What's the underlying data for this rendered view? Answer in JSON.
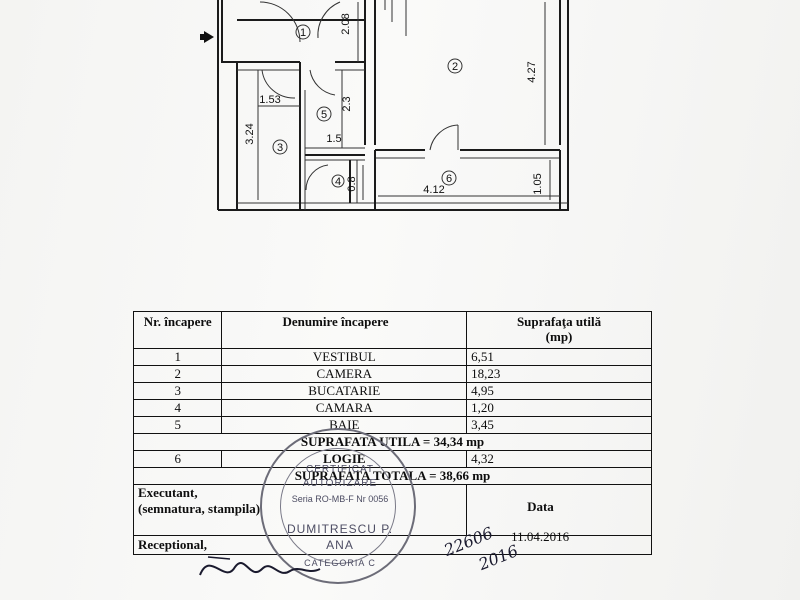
{
  "plan": {
    "rooms": [
      {
        "num": "1"
      },
      {
        "num": "2"
      },
      {
        "num": "3"
      },
      {
        "num": "4"
      },
      {
        "num": "5"
      },
      {
        "num": "6"
      }
    ],
    "dimensions": [
      "2.08",
      "4.27",
      "1.53",
      "3.24",
      "2.3",
      "1.5",
      "0.8",
      "4.12",
      "1.05"
    ]
  },
  "table": {
    "headers": {
      "nr": "Nr. încapere",
      "name": "Denumire încapere",
      "area": "Suprafaţa utilă",
      "unit": "(mp)"
    },
    "rows": [
      {
        "nr": "1",
        "name": "VESTIBUL",
        "area": "6,51"
      },
      {
        "nr": "2",
        "name": "CAMERA",
        "area": "18,23"
      },
      {
        "nr": "3",
        "name": "BUCATARIE",
        "area": "4,95"
      },
      {
        "nr": "4",
        "name": "CAMARA",
        "area": "1,20"
      },
      {
        "nr": "5",
        "name": "BAIE",
        "area": "3,45"
      }
    ],
    "useful_total": "SUPRAFATA UTILA = 34,34 mp",
    "loggia": {
      "nr": "6",
      "name": "LOGIE",
      "area": "4,32"
    },
    "grand_total": "SUPRAFATA TOTALA = 38,66 mp",
    "executant": "Executant,",
    "signature_label": "(semnatura, stampila)",
    "date_label": "Data",
    "date_value": "11.04.2016",
    "receptional": "Receptional,"
  },
  "stamp": {
    "line1": "CERTIFICAT",
    "line2": "AUTORIZARE",
    "serial": "Seria RO-MB-F Nr 0056",
    "name1": "DUMITRESCU P.",
    "name2": "ANA",
    "category": "CATEGORIA C"
  },
  "handwriting": {
    "note1": "22606",
    "note2": "2016"
  }
}
